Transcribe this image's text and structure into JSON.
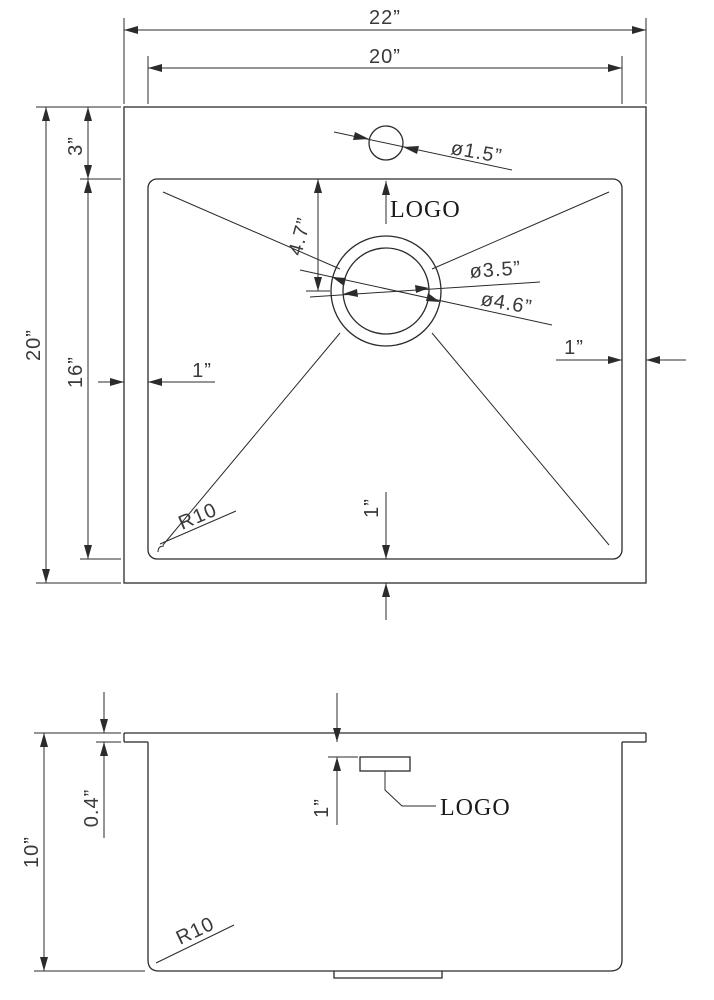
{
  "top_view": {
    "dims": {
      "overall_width": "22”",
      "inner_width": "20”",
      "overall_depth": "20”",
      "top_margin": "3”",
      "inner_depth": "16”",
      "side_margin_left": "1”",
      "side_margin_right": "1”",
      "bottom_margin": "1”",
      "faucet_hole": "ø1.5”",
      "drain_inner": "ø3.5”",
      "drain_outer": "ø4.6”",
      "drain_offset": "4.7”",
      "corner_radius": "R10"
    },
    "logo_label": "LOGO"
  },
  "side_view": {
    "dims": {
      "height": "10”",
      "flange": "0.4”",
      "logo_offset": "1”",
      "corner_radius": "R10"
    },
    "logo_label": "LOGO"
  }
}
